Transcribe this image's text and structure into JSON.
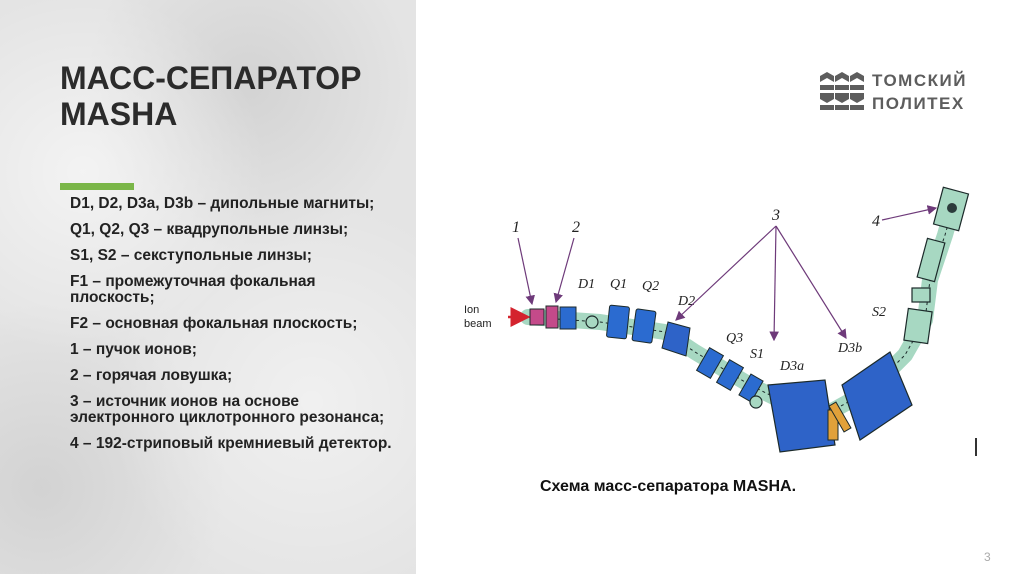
{
  "slide": {
    "title_lines": [
      "МАСС-СЕПАРАТОР",
      "MASHA"
    ],
    "legend": [
      "D1, D2, D3a, D3b – дипольные магниты;",
      "Q1, Q2, Q3 – квадрупольные линзы;",
      "S1, S2 – секступольные линзы;",
      "F1 – промежуточная фокальная плоскость;",
      "F2 – основная фокальная плоскость;",
      "1 – пучок ионов;",
      "2 – горячая ловушка;",
      "3 – источник ионов на основе электронного циклотронного резонанса;",
      "4 – 192-стриповый кремниевый детектор."
    ],
    "caption": "Схема масс-сепаратора MASHA.",
    "page_number": "3"
  },
  "logo": {
    "line1": "ТОМСКИЙ",
    "line2": "ПОЛИТЕХ"
  },
  "diagram": {
    "labels": {
      "n1": "1",
      "n2": "2",
      "n3": "3",
      "n4": "4",
      "ion1": "Ion",
      "ion2": "beam",
      "d1": "D1",
      "q1": "Q1",
      "q2": "Q2",
      "d2": "D2",
      "q3": "Q3",
      "s1": "S1",
      "d3a": "D3a",
      "d3b": "D3b",
      "s2": "S2"
    },
    "colors": {
      "magnet": "#2e63c8",
      "lens": "#2b6bd0",
      "pipe": "#a7d8c2",
      "outline": "#1c2a2a",
      "arrow_red": "#d4232e",
      "trap": "#c44a8a",
      "label_arrow": "#6e3a7a"
    }
  }
}
